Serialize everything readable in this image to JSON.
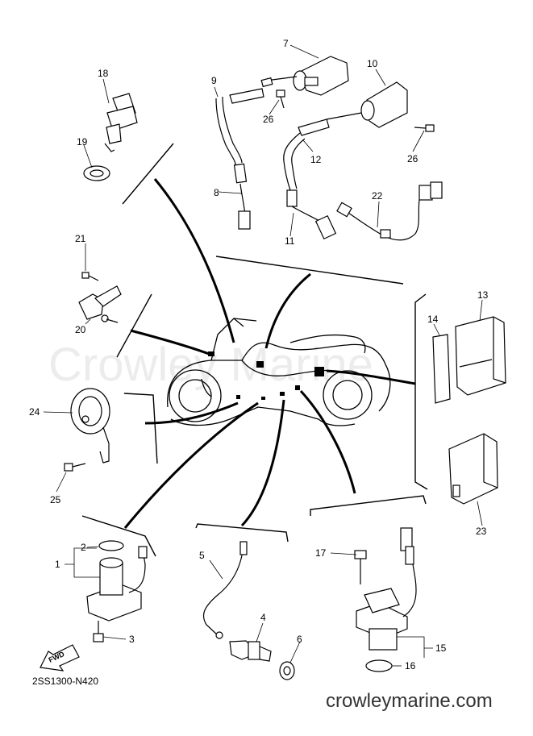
{
  "watermark": "Crowley Marine",
  "diagram_code": "2SS1300-N420",
  "footer": "crowleymarine.com",
  "fwd_label": "FWD",
  "callouts": {
    "c1": "1",
    "c2": "2",
    "c3": "3",
    "c4": "4",
    "c5": "5",
    "c6": "6",
    "c7": "7",
    "c8": "8",
    "c9": "9",
    "c10": "10",
    "c11": "11",
    "c12": "12",
    "c13": "13",
    "c14": "14",
    "c15": "15",
    "c16": "16",
    "c17": "17",
    "c18": "18",
    "c19": "19",
    "c20": "20",
    "c21": "21",
    "c22": "22",
    "c23": "23",
    "c24": "24",
    "c25": "25",
    "c26a": "26",
    "c26b": "26"
  }
}
